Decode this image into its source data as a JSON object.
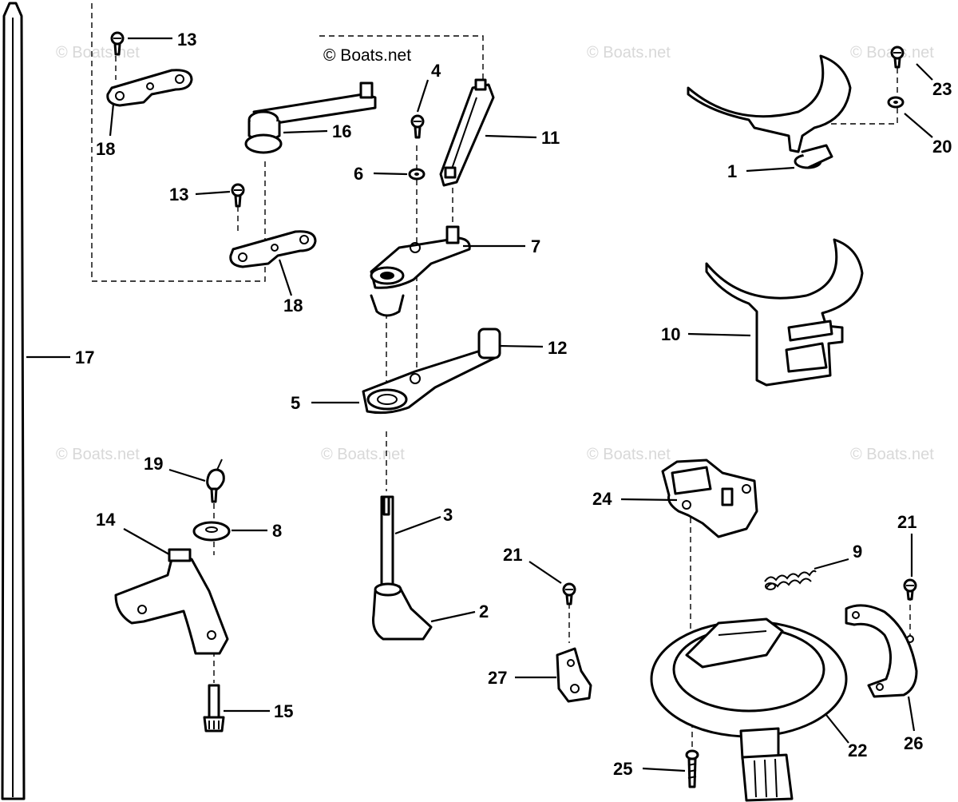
{
  "copyright": "© Boats.net",
  "watermark": "© Boats.net",
  "colors": {
    "line": "#000000",
    "background": "#ffffff",
    "watermark": "#d8d8d8"
  },
  "callouts": {
    "c1": "1",
    "c2": "2",
    "c3": "3",
    "c4": "4",
    "c5": "5",
    "c6": "6",
    "c7": "7",
    "c8": "8",
    "c9": "9",
    "c10": "10",
    "c11": "11",
    "c12": "12",
    "c13a": "13",
    "c13b": "13",
    "c14": "14",
    "c15": "15",
    "c16": "16",
    "c17": "17",
    "c18a": "18",
    "c18b": "18",
    "c19": "19",
    "c20": "20",
    "c21a": "21",
    "c21b": "21",
    "c22": "22",
    "c23": "23",
    "c24": "24",
    "c25": "25",
    "c26": "26",
    "c27": "27"
  }
}
